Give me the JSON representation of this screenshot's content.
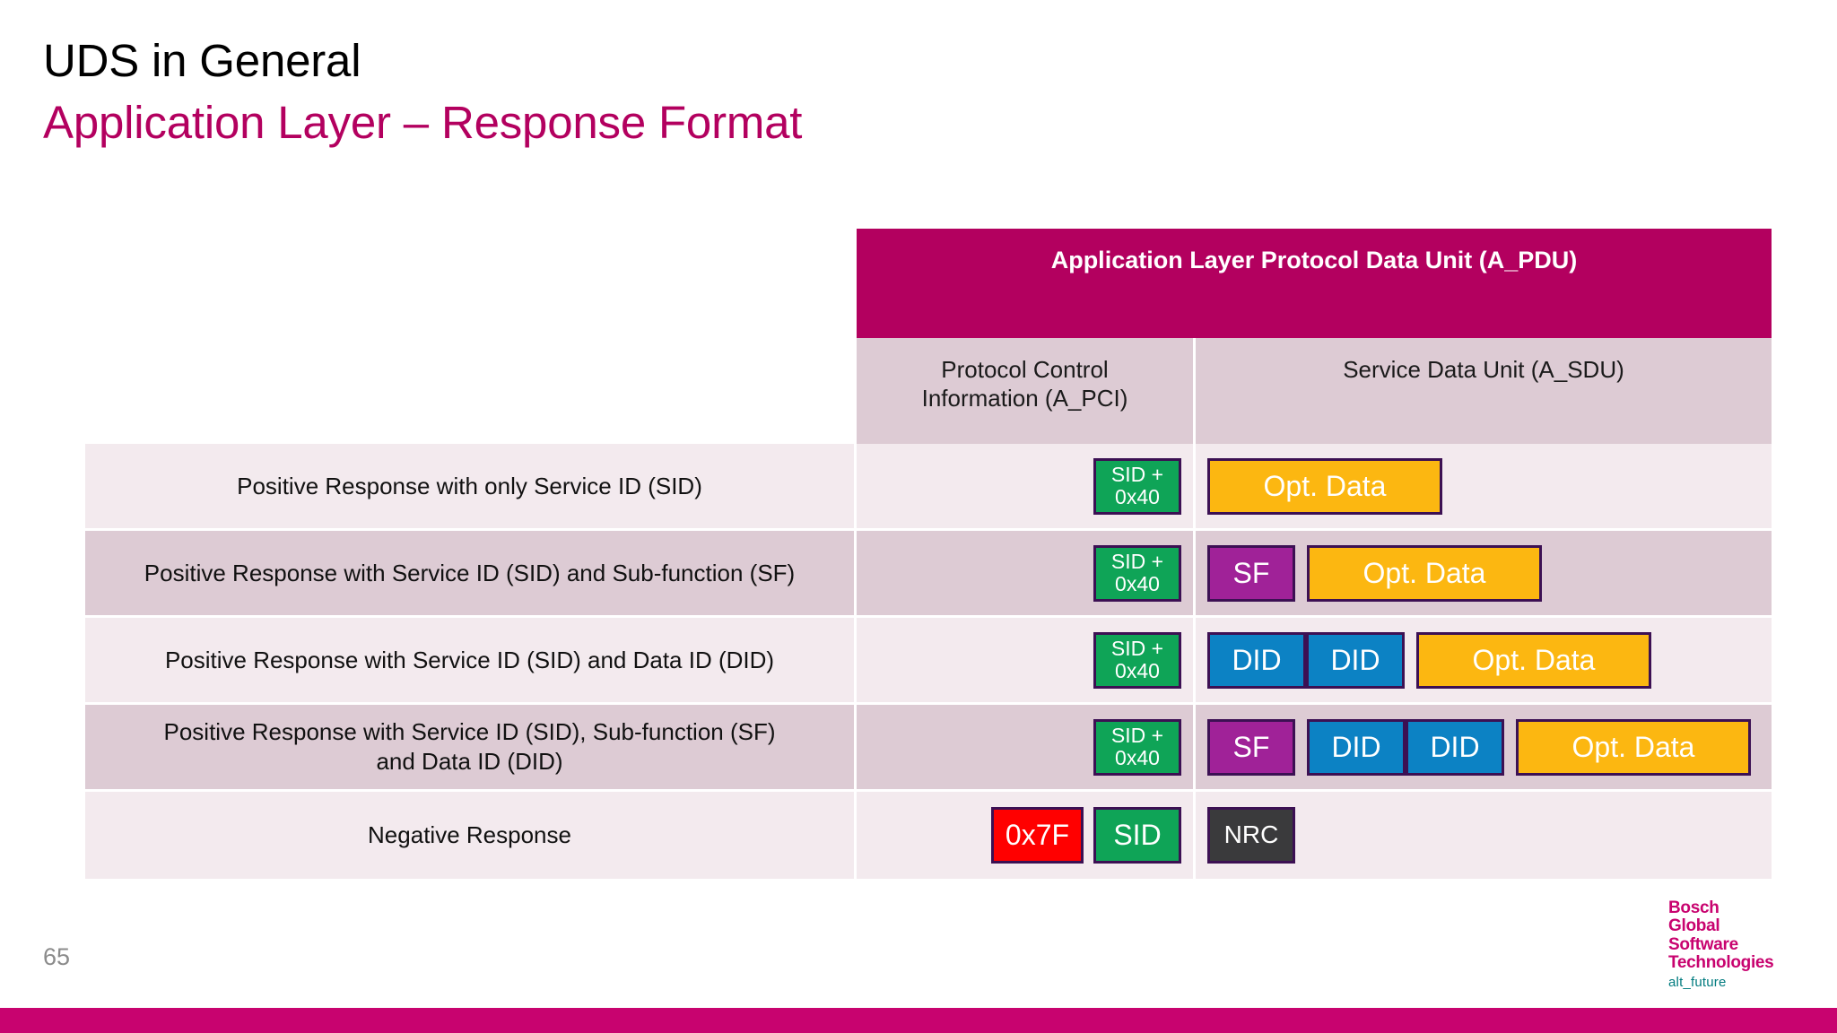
{
  "slide": {
    "title_main": "UDS in General",
    "title_sub": "Application Layer – Response Format",
    "page_number": "65",
    "accent_color": "#b3005f",
    "bottom_bar_color": "#c8036f"
  },
  "diagram": {
    "banner": "Application Layer Protocol Data Unit (A_PDU)",
    "columns": [
      {
        "key": "pci",
        "label": "Protocol Control Information (A_PCI)"
      },
      {
        "key": "sdu",
        "label": "Service Data Unit (A_SDU)"
      }
    ],
    "rows": [
      {
        "label": "Positive Response with only Service ID (SID)",
        "shade": "light",
        "pci": [
          {
            "text": "SID + 0x40",
            "color": "green"
          }
        ],
        "sdu": [
          {
            "text": "Opt. Data",
            "color": "amber"
          }
        ]
      },
      {
        "label": "Positive Response with Service ID (SID) and Sub-function (SF)",
        "shade": "dark",
        "pci": [
          {
            "text": "SID + 0x40",
            "color": "green"
          }
        ],
        "sdu": [
          {
            "text": "SF",
            "color": "purple"
          },
          {
            "text": "Opt. Data",
            "color": "amber"
          }
        ]
      },
      {
        "label": "Positive Response with Service ID (SID) and Data ID (DID)",
        "shade": "light",
        "pci": [
          {
            "text": "SID + 0x40",
            "color": "green"
          }
        ],
        "sdu": [
          {
            "text": "DID",
            "color": "blue"
          },
          {
            "text": "DID",
            "color": "blue"
          },
          {
            "text": "Opt. Data",
            "color": "amber"
          }
        ]
      },
      {
        "label": "Positive Response with Service ID (SID), Sub-function (SF) and Data ID (DID)",
        "shade": "dark",
        "pci": [
          {
            "text": "SID + 0x40",
            "color": "green"
          }
        ],
        "sdu": [
          {
            "text": "SF",
            "color": "purple"
          },
          {
            "text": "DID",
            "color": "blue"
          },
          {
            "text": "DID",
            "color": "blue"
          },
          {
            "text": "Opt. Data",
            "color": "amber"
          }
        ]
      },
      {
        "label": "Negative Response",
        "shade": "light",
        "pci": [
          {
            "text": "0x7F",
            "color": "red"
          },
          {
            "text": "SID",
            "color": "green"
          }
        ],
        "sdu": [
          {
            "text": "NRC",
            "color": "gray"
          }
        ]
      }
    ],
    "block_colors": {
      "green": "#0fa457",
      "amber": "#fcb711",
      "purple": "#a02298",
      "blue": "#0c82c4",
      "red": "#ff0000",
      "gray": "#3a3a3c",
      "border": "#3c1053"
    },
    "row_shades": {
      "light": "#f3eaee",
      "dark": "#ddcbd4",
      "header": "#ddcbd4"
    }
  },
  "labels": {
    "row1": "Positive Response with only Service ID (SID)",
    "row2": "Positive Response with Service ID (SID) and Sub-function (SF)",
    "row3": "Positive Response with Service ID (SID) and Data ID (DID)",
    "row4_line1": "Positive Response with Service ID (SID), Sub-function (SF)",
    "row4_line2": "and Data ID (DID)",
    "row5": "Negative Response"
  },
  "blocks": {
    "sid40_line1": "SID +",
    "sid40_line2": "0x40",
    "sid": "SID",
    "sf": "SF",
    "did": "DID",
    "opt_data": "Opt. Data",
    "nrc": "NRC",
    "negative_prefix": "0x7F"
  },
  "headers": {
    "pci_line1": "Protocol Control",
    "pci_line2": "Information (A_PCI)",
    "sdu": "Service Data Unit (A_SDU)"
  },
  "logo": {
    "line1": "Bosch",
    "line2": "Global",
    "line3": "Software",
    "line4": "Technologies",
    "tagline": "alt_future",
    "brand_color": "#c8036f",
    "tagline_color": "#007b7f"
  }
}
